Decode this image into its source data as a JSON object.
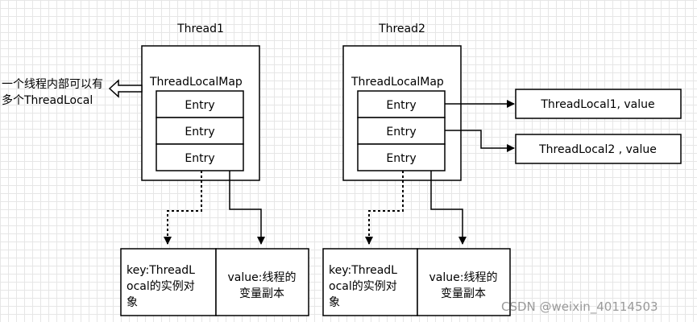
{
  "threads": [
    {
      "title": "Thread1",
      "map_label": "ThreadLocalMap",
      "entries": [
        "Entry",
        "Entry",
        "Entry"
      ],
      "key_box": [
        "key:ThreadL",
        "ocal的实例对",
        "象"
      ],
      "value_box": [
        "value:线程的",
        "变量副本"
      ]
    },
    {
      "title": "Thread2",
      "map_label": "ThreadLocalMap",
      "entries": [
        "Entry",
        "Entry",
        "Entry"
      ],
      "key_box": [
        "key:ThreadL",
        "ocal的实例对",
        "象"
      ],
      "value_box": [
        "value:线程的",
        "变量副本"
      ]
    }
  ],
  "side_note": [
    "一个线程内部可以有",
    "多个ThreadLocal"
  ],
  "thread_locals": [
    "ThreadLocal1, value",
    "ThreadLocal2 , value"
  ],
  "watermark": "CSDN @weixin_40114503"
}
